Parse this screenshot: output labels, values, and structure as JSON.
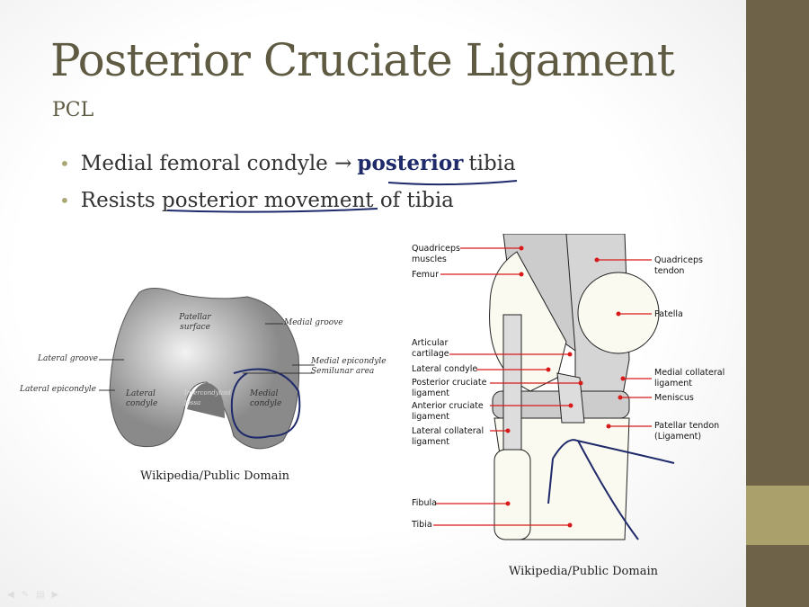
{
  "title": "Posterior Cruciate Ligament",
  "subtitle": "PCL",
  "bullets": [
    {
      "before": "Medial femoral condyle",
      "arrow": "→",
      "emphasis": "posterior",
      "after": "tibia"
    },
    {
      "text": "Resists posterior movement of tibia"
    }
  ],
  "femur_figure": {
    "labels": {
      "patellar_surface": "Patellar surface",
      "medial_groove": "Medial groove",
      "lateral_groove": "Lateral groove",
      "medial_epicondyle": "Medial epicondyle",
      "semilunar_area": "Semilunar area",
      "lateral_epicondyle": "Lateral epicondyle",
      "lateral_condyle": "Lateral condyle",
      "intercondylar_fossa": "Intercondyloid fossa",
      "medial_condyle": "Medial condyle"
    },
    "credit": "Wikipedia/Public Domain"
  },
  "knee_figure": {
    "labels": {
      "quadriceps_muscles": "Quadriceps muscles",
      "femur": "Femur",
      "articular_cartilage": "Articular cartilage",
      "lateral_condyle": "Lateral condyle",
      "posterior_cruciate": "Posterior cruciate ligament",
      "anterior_cruciate": "Anterior cruciate ligament",
      "lateral_collateral": "Lateral collateral ligament",
      "fibula": "Fibula",
      "tibia": "Tibia",
      "quadriceps_tendon": "Quadriceps tendon",
      "patella": "Patella",
      "medial_collateral": "Medial collateral ligament",
      "meniscus": "Meniscus",
      "patellar_tendon": "Patellar tendon (Ligament)"
    },
    "credit": "Wikipedia/Public Domain"
  },
  "colors": {
    "title": "#5f5a42",
    "rail": "#6e6248",
    "rail_accent": "#a9a06b",
    "ink": "#1f2a6b",
    "label_line": "#d91a1a"
  }
}
